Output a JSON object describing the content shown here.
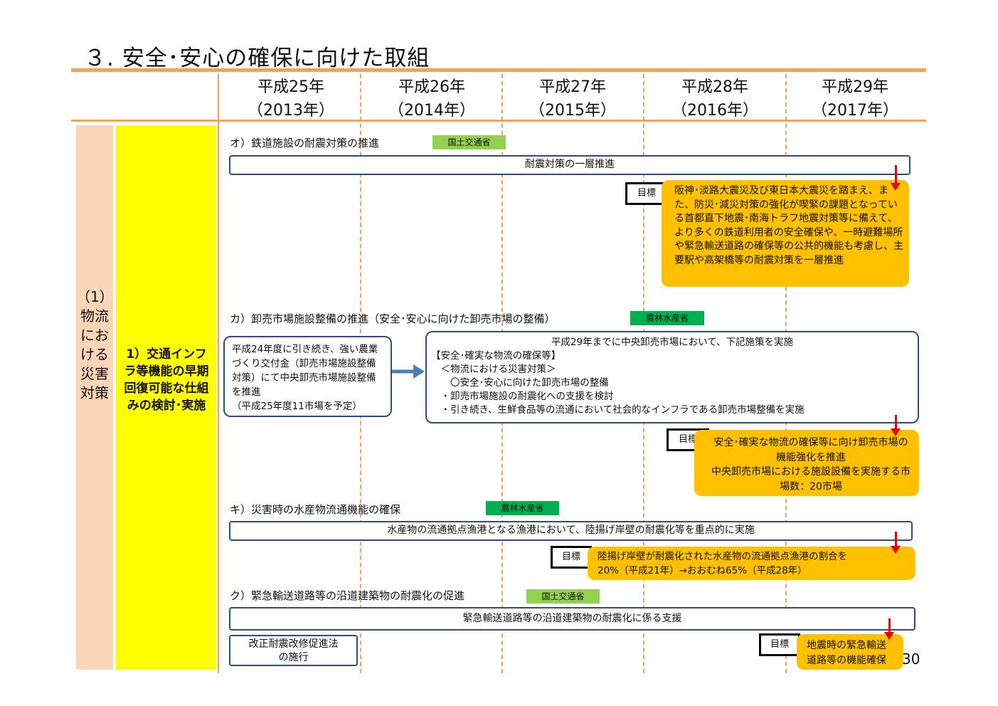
{
  "title": "３. 安全･安心の確保に向けた取組",
  "years": [
    {
      "line1": "平成25年",
      "line2": "（2013年）"
    },
    {
      "line1": "平成26年",
      "line2": "（2014年）"
    },
    {
      "line1": "平成27年",
      "line2": "（2015年）"
    },
    {
      "line1": "平成28年",
      "line2": "（2016年）"
    },
    {
      "line1": "平成29年",
      "line2": "（2017年）"
    }
  ],
  "category": "（1）\n物流における災害対策",
  "subcategory": "1）交通インフラ等機能の早期回復可能な仕組みの検討･実施",
  "colors": {
    "accent": "#f3a25a",
    "goal": "#ffc000",
    "ministry_light": "#92d050",
    "ministry_dark": "#00b050",
    "box_border": "#2e4e7e",
    "arrow": "#e00000"
  },
  "sections": {
    "o": {
      "heading": "オ）鉄道施設の耐震対策の推進",
      "ministry": "国土交通省",
      "bar": "耐震対策の一層推進",
      "goal_label": "目標",
      "goal": "阪神･淡路大震災及び東日本大震災を踏まえ、また、防災･減災対策の強化が喫緊の課題となっている首都直下地震･南海トラフ地震対策等に備えて、より多くの鉄道利用者の安全確保や、一時避難場所や緊急輸送道路の確保等の公共的機能も考慮し、主要駅や高架橋等の耐震対策を一層推進"
    },
    "ka": {
      "heading": "カ）卸売市場施設整備の推進（安全･安心に向けた卸売市場の整備）",
      "ministry": "農林水産省",
      "left_box": "平成24年度に引き続き、強い農業づくり交付金（卸売市場施設整備対策）にて中央卸売市場施設整備を推進\n（平成25年度11市場を予定）",
      "right_title": "平成29年までに中央卸売市場において、下記施策を実施",
      "right_lines": [
        "【安全･確実な物流の確保等】",
        "　＜物流における災害対策＞",
        "　　〇安全･安心に向けた卸売市場の整備",
        "　・卸売市場施設の耐震化への支援を検討",
        "　・引き続き、生鮮食品等の流通において社会的なインフラである卸売市場整備を実施"
      ],
      "goal_label": "目標",
      "goal": "安全･確実な物流の確保等に向け卸売市場の機能強化を推進\n中央卸売市場における施設設備を実施する市場数：20市場"
    },
    "ki": {
      "heading": "キ）災害時の水産物流通機能の確保",
      "ministry": "農林水産省",
      "bar": "水産物の流通拠点漁港となる漁港において、陸揚げ岸壁の耐震化等を重点的に実施",
      "goal_label": "目標",
      "goal": "陸揚げ岸壁が耐震化された水産物の流通拠点漁港の割合を\n20%（平成21年）→おおむね65%（平成28年）"
    },
    "ku": {
      "heading": "ク）緊急輸送道路等の沿道建築物の耐震化の促進",
      "ministry": "国土交通省",
      "bar": "緊急輸送道路等の沿道建築物の耐震化に係る支援",
      "small_box": "改正耐震改修促進法\nの施行",
      "goal_label": "目標",
      "goal": "地震時の緊急輸送\n道路等の機能確保"
    }
  },
  "page_number": "30"
}
